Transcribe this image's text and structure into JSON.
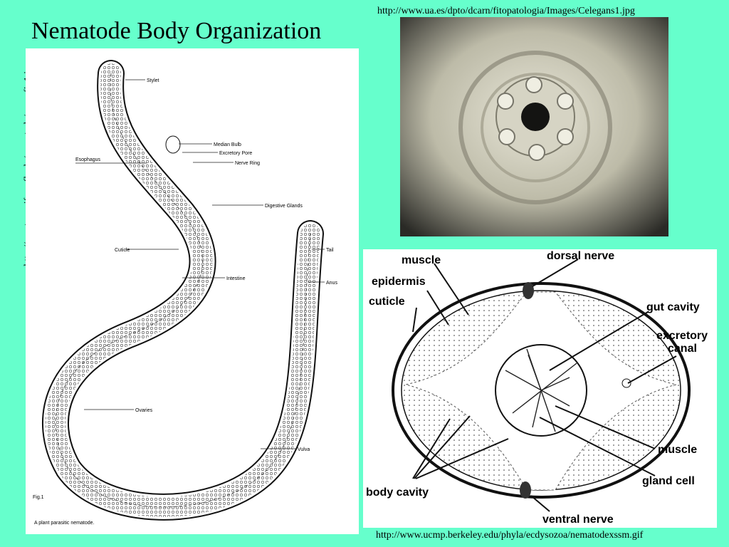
{
  "title": "Nematode Body Organization",
  "urls": {
    "top": "http://www.ua.es/dpto/dcarn/fitopatologia/Images/Celegans1.jpg",
    "left": "http://creatures.ifas.ufl.edu/nematode/nem_fig1.jpg",
    "bottom": "http://www.ucmp.berkeley.edu/phyla/ecdysozoa/nematodexssm.gif"
  },
  "worm_figure": {
    "labels": {
      "stylet": "Stylet",
      "median_bulb": "Median Bulb",
      "excretory_pore": "Excretory Pore",
      "esophagus": "Esophagus",
      "nerve_ring": "Nerve Ring",
      "digestive_glands": "Digestive Glands",
      "cuticle": "Cuticle",
      "tail": "Tail",
      "intestine": "Intestine",
      "anus": "Anus",
      "ovaries": "Ovaries",
      "vulva": "Vulva",
      "fig": "Fig.1",
      "caption": "A plant parasitic nematode."
    }
  },
  "cross_section": {
    "labels": {
      "muscle_top": "muscle",
      "epidermis": "epidermis",
      "cuticle": "cuticle",
      "dorsal_nerve": "dorsal nerve",
      "gut_cavity": "gut cavity",
      "excretory_canal_1": "excretory",
      "excretory_canal_2": "canal",
      "muscle_bottom": "muscle",
      "gland_cell": "gland cell",
      "body_cavity": "body cavity",
      "ventral_nerve": "ventral nerve"
    }
  },
  "colors": {
    "background": "#66ffcc"
  }
}
